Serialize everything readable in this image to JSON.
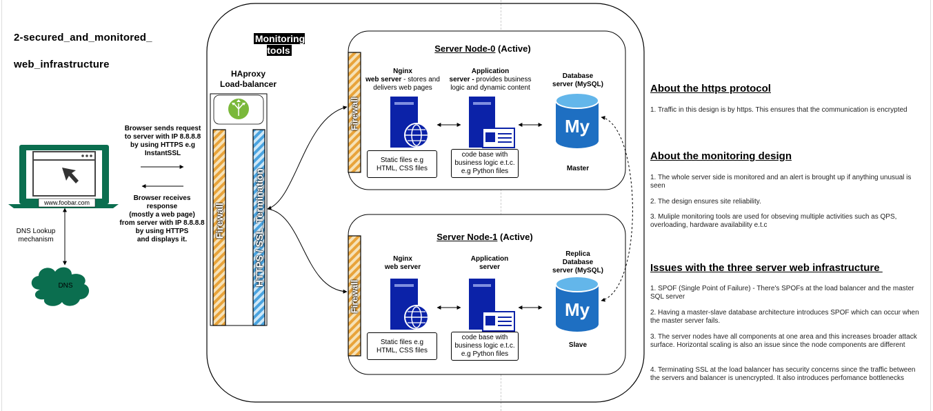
{
  "page": {
    "title_line1": "2-secured_and_monitored_",
    "title_line2": "web_infrastructure"
  },
  "client": {
    "url": "www.foobar.com",
    "dns_lookup": "DNS Lookup\nmechanism",
    "dns": "DNS",
    "request_text": "Browser sends request\nto server with IP 8.8.8.8\nby using HTTPS e.g\nInstantSSL",
    "response_text": "Browser receives\nresponse\n(mostly a web page)\nfrom server with IP 8.8.8.8\nby using HTTPS\nand displays it."
  },
  "monitoring": {
    "label": "Monitoring\ntools"
  },
  "load_balancer": {
    "title": "HAproxy\nLoad-balancer",
    "firewall": "Firewall",
    "ssl": "HTTPS / SSL_Termination"
  },
  "node0": {
    "title_prefix": "Server Node-0",
    "title_suffix": " (Active)",
    "firewall": "Firewall",
    "nginx_title": "Nginx",
    "nginx_desc_bold": "web server",
    "nginx_desc_rest": " - stores and\ndelivers web pages",
    "app_title": "Application",
    "app_desc_bold": "server -",
    "app_desc_rest": " provides business\nlogic and dynamic content",
    "db_label": "Database\nserver (MySQL)",
    "db_role": "Master",
    "static_files": "Static files e.g\nHTML, CSS files",
    "code_base": "code base with\nbusiness logic e.t.c.\ne.g Python files"
  },
  "node1": {
    "title_prefix": "Server Node-1",
    "title_suffix": " (Active)",
    "firewall": "Firewall",
    "nginx_label": "Nginx\nweb server",
    "app_label": "Application\nserver",
    "db_label": "Replica\nDatabase\nserver (MySQL)",
    "db_role": "Slave",
    "static_files": "Static files e.g\nHTML, CSS files",
    "code_base": "code base with\nbusiness logic e.t.c.\ne.g Python files"
  },
  "notes": {
    "https_title": "About the https protocol",
    "https_items": [
      "1. Traffic in this design is by https. This ensures that the communication is encrypted"
    ],
    "monitoring_title": "About the monitoring design",
    "monitoring_items": [
      "1. The whole server side is monitored and an alert is brought up if anything unusual is seen",
      "2. The design ensures site reliability.",
      "3.  Muliple monitoring tools are used for obseving multiple activities such as QPS, overloading, hardware availability e.t.c"
    ],
    "issues_title": "Issues with the three server web infrastructure ",
    "issues_items": [
      "1. SPOF (Single Point of Failure) - There's SPOFs at the load balancer and the master SQL server",
      "2. Having a master-slave database architecture introduces SPOF which can occur when the master server fails.",
      "3. The server nodes have all components at one area and this increases broader attack surface. Horizontal scaling is also an issue since the node components are different",
      "4. Terminating SSL at the load balancer has security concerns since the traffic between the servers and balancer is unencrypted. It also introduces perfomance bottlenecks"
    ]
  },
  "colors": {
    "laptop": "#0b6e4f",
    "dns_cloud": "#0b6e4f",
    "server_blue": "#0b22a8",
    "mysql_blue": "#1e6fc2",
    "firewall_orange": "#e8a33a",
    "ssl_blue": "#4aa3df",
    "lb_green": "#7ab83a"
  },
  "icons": [
    "laptop-icon",
    "cursor-icon",
    "dns-cloud-icon",
    "load-balancer-icon",
    "server-icon",
    "globe-icon",
    "mysql-icon",
    "firewall-icon"
  ]
}
